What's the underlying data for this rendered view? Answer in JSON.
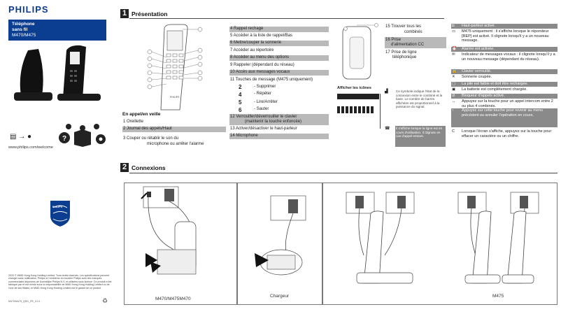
{
  "brand": "PHILIPS",
  "product": {
    "line1": "Téléphone",
    "line2": "sans fil",
    "models": "M470/M475"
  },
  "website": "www.philips.com/welcome",
  "sec1": {
    "num": "1",
    "title": "Présentation"
  },
  "sec2": {
    "num": "2",
    "title": "Connexions"
  },
  "standby": {
    "title": "En appel/en veille",
    "items": [
      "1 Oreillette",
      "2 Journal des appels/Haut",
      "3 Couper ou rétablir le son du",
      "microphone ou arrêter l'alarme"
    ]
  },
  "mid": {
    "items": [
      "4 Rappel rechage",
      "5 Accéder à la liste de rappel/Bas",
      "6 Mettre/couper la sonnerie",
      "7      Accéder au répertoire",
      "8 Accéder au menu des options",
      "9 Rappeler (dépendant du réseau)",
      "10      Accès aux messages vocaux",
      "11 Touches de message (M475 uniquement)",
      "- Supprimer",
      "- Répéter",
      "- Lire/Arrêter",
      "- Sauter",
      "12 Verrouiller/déverrouiller le clavier",
      "(maintenir la touche enfoncée)",
      "13 Activer/désactiver le haut-parleur",
      "14 Microphone"
    ]
  },
  "right": {
    "items": [
      "15 Trouver tous les",
      "combinés",
      "16 Prise",
      "d'alimentation CC",
      "17 Prise de ligne",
      "téléphonique"
    ],
    "icons_title": "Afficher les icônes",
    "sig1": "Ce symbole indique l'état de la connexion entre le combiné et la base. Le nombre de barres affichées est proportionnel à la puissance du signal.",
    "sig2": "Il s'affiche lorsque la ligne est en cours d'utilisation. Il clignote en cas d'appel entrant."
  },
  "legend": [
    {
      "ic": "◘",
      "t": "Haut-parleur activé.",
      "hl": true
    },
    {
      "ic": "▭",
      "t": "M475 uniquement : il s'affiche lorsque le répondeur [REP] est activé. Il clignote lorsqu'il y a un nouveau message.",
      "hl": false
    },
    {
      "ic": "⏰",
      "t": "Alarme est activée.",
      "hl": true
    },
    {
      "ic": "✉",
      "t": "Indicateur de messages vocaux : il clignote lorsqu'il y a un nouveau message (dépendant du réseau).",
      "hl": false
    },
    {
      "ic": "🔒",
      "t": "Clavier verrouillé.",
      "hl": true
    },
    {
      "ic": "✕",
      "t": "Sonnerie coupée.",
      "hl": false
    },
    {
      "ic": "▢",
      "t": "La pile est faible et doit être rechargée.",
      "hl": true
    },
    {
      "ic": "▣",
      "t": "La batterie est complètement chargée.",
      "hl": false
    },
    {
      "ic": "⊘",
      "t": "Bloqueur d'appels activé.",
      "hl": true
    },
    {
      "ic": "↔",
      "t": "Appuyez sur la touche pour un appel intercom entre 2 ou plus 4 combinés.",
      "hl": false
    },
    {
      "ic": "↑",
      "t": "Appuyez sur cette touche pour revenir au menu précédent ou annuler l'opération en cours.",
      "hl": true
    },
    {
      "ic": "C",
      "t": "Lorsque l'écran s'affiche, appuyez sur la touche pour effacer un caractère ou un chiffre.",
      "hl": false
    }
  ],
  "captions": {
    "c1": "M470/M475M470",
    "c2": "Chargeur",
    "c3": "M475"
  },
  "legal": "2020 © MMD Hong Kong Holding Limited. Tous droits réservés. Les spécifications peuvent changer sans notification. Philips et l'emblème du bouclier Philips sont des marques commerciales déposées de Koninklijke Philips N.V. et utilisées sous licence. Ce produit a été fabriqué par et est vendu sous la responsabilité de MMD Hong Kong Holding Limited ou de l'une de ses filiales, et MMD Hong Kong Holding Limited est le garant de ce produit.",
  "code": "M470/M475_QSG_FR_V1.0",
  "colors": {
    "brand": "#0b3d91",
    "highlight": "#8a8a8a",
    "bar": "#b9b9b9"
  }
}
